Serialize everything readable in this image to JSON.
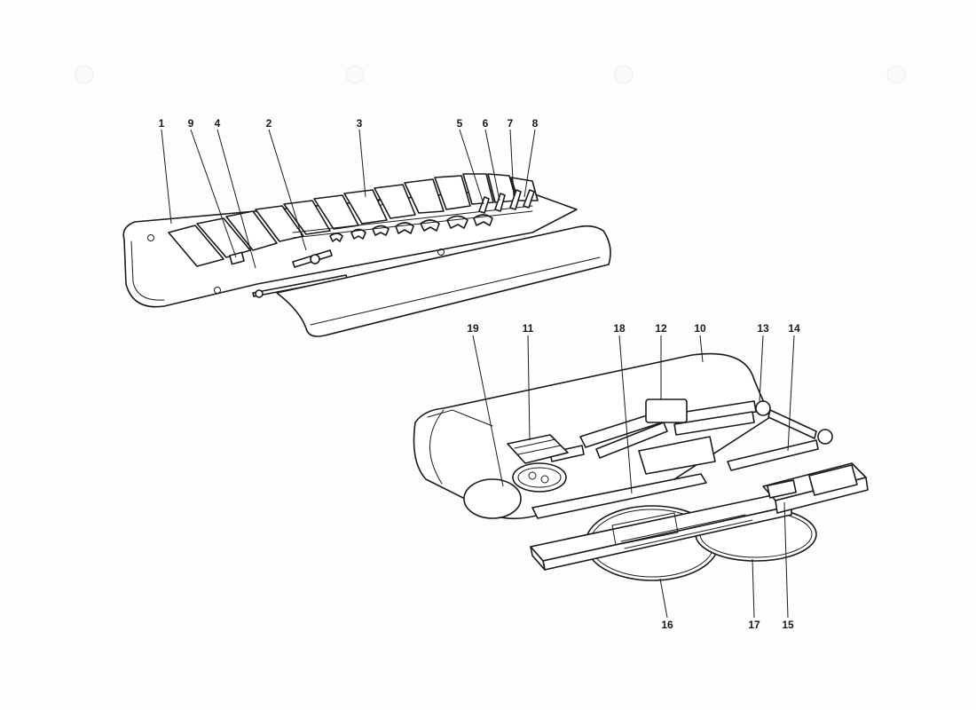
{
  "diagram": {
    "callouts": [
      {
        "id": "1",
        "text": "1"
      },
      {
        "id": "9",
        "text": "9"
      },
      {
        "id": "4",
        "text": "4"
      },
      {
        "id": "2",
        "text": "2"
      },
      {
        "id": "3",
        "text": "3"
      },
      {
        "id": "5",
        "text": "5"
      },
      {
        "id": "6",
        "text": "6"
      },
      {
        "id": "7",
        "text": "7"
      },
      {
        "id": "8",
        "text": "8"
      },
      {
        "id": "19",
        "text": "19"
      },
      {
        "id": "11",
        "text": "11"
      },
      {
        "id": "18",
        "text": "18"
      },
      {
        "id": "12",
        "text": "12"
      },
      {
        "id": "10",
        "text": "10"
      },
      {
        "id": "13",
        "text": "13"
      },
      {
        "id": "14",
        "text": "14"
      },
      {
        "id": "16",
        "text": "16"
      },
      {
        "id": "17",
        "text": "17"
      },
      {
        "id": "15",
        "text": "15"
      }
    ]
  }
}
